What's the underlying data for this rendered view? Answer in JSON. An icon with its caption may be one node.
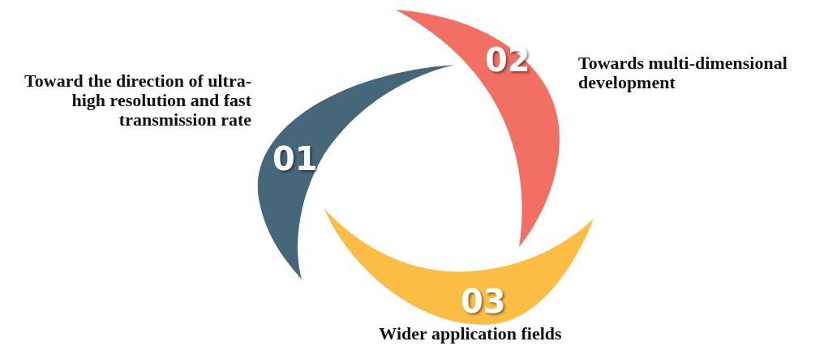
{
  "diagram": {
    "nodes": [
      {
        "text": [
          "01"
        ],
        "beside": [
          "Toward the direction of ultra-high resolution and fast transmission rate"
        ]
      },
      {
        "text": [
          "02"
        ],
        "beside": [
          "Towards multi-dimensional development"
        ]
      },
      {
        "text": [
          "03"
        ],
        "beside": [
          "Wider application fields"
        ]
      }
    ]
  }
}
